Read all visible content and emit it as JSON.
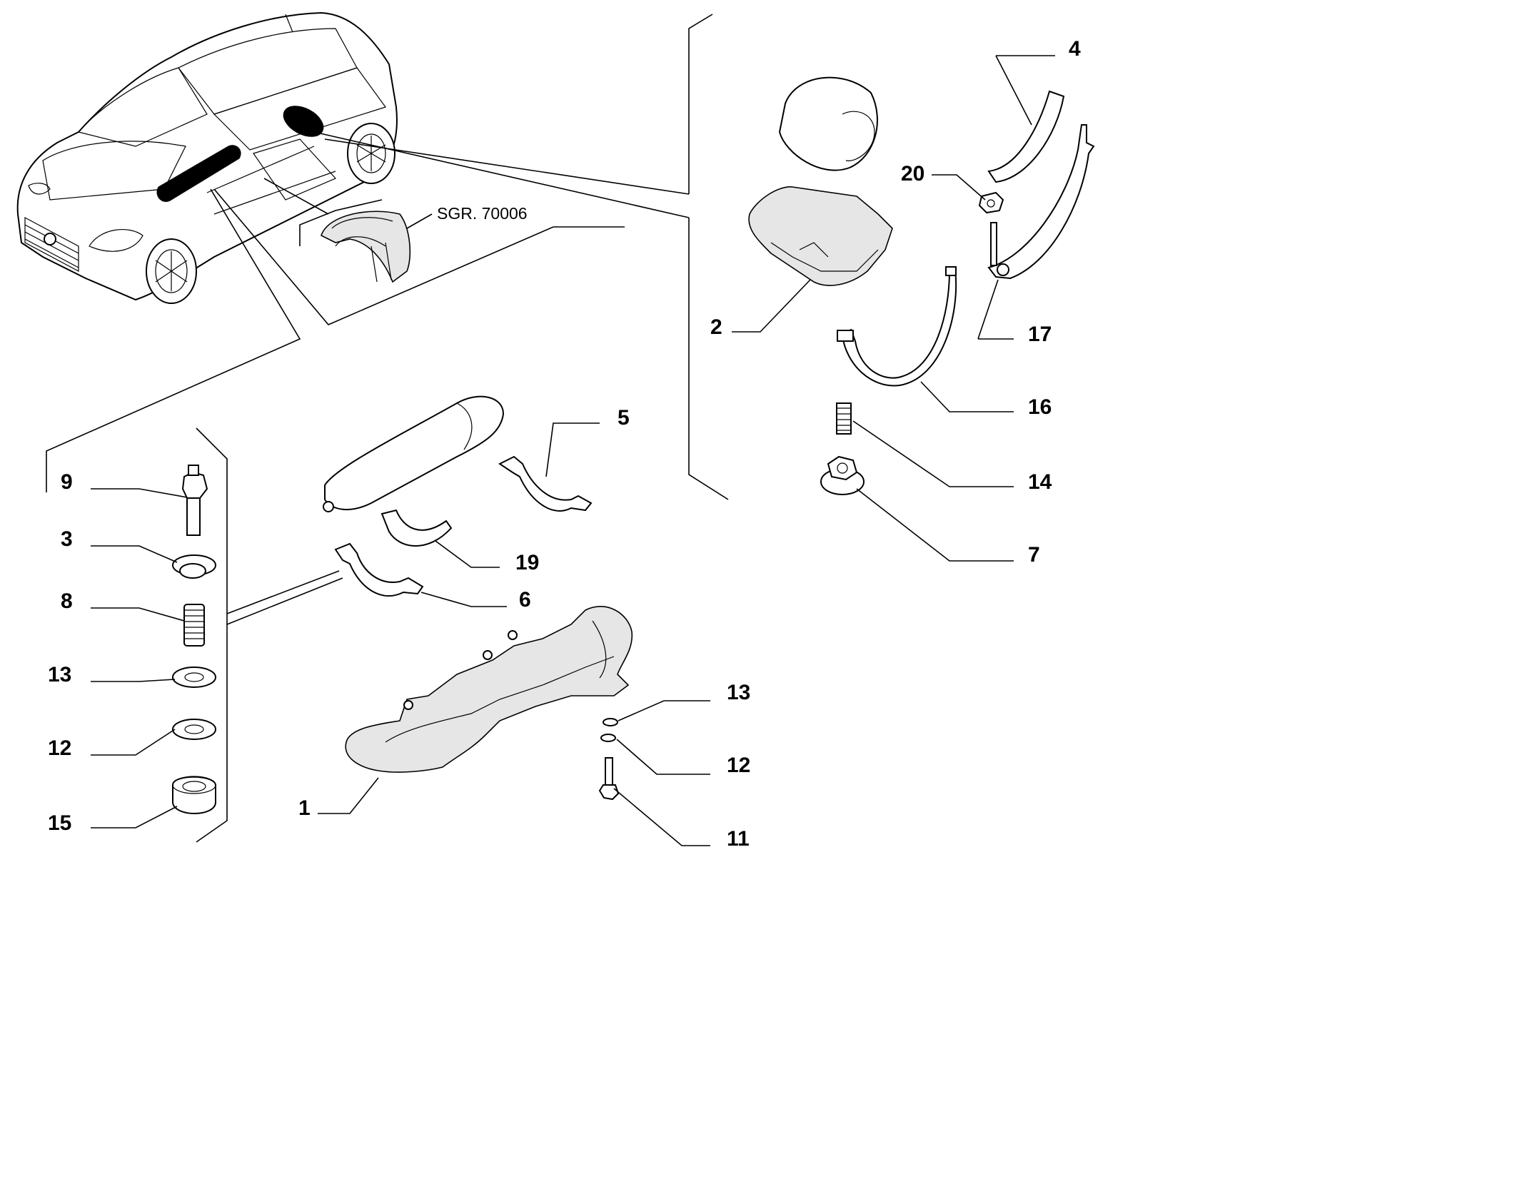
{
  "diagram": {
    "reference_label": "SGR. 70006",
    "callouts": [
      {
        "id": "c1",
        "label": "1"
      },
      {
        "id": "c2",
        "label": "2"
      },
      {
        "id": "c3",
        "label": "3"
      },
      {
        "id": "c4",
        "label": "4"
      },
      {
        "id": "c5",
        "label": "5"
      },
      {
        "id": "c6",
        "label": "6"
      },
      {
        "id": "c7",
        "label": "7"
      },
      {
        "id": "c8",
        "label": "8"
      },
      {
        "id": "c9",
        "label": "9"
      },
      {
        "id": "c11",
        "label": "11"
      },
      {
        "id": "c12a",
        "label": "12"
      },
      {
        "id": "c12b",
        "label": "12"
      },
      {
        "id": "c13a",
        "label": "13"
      },
      {
        "id": "c13b",
        "label": "13"
      },
      {
        "id": "c14",
        "label": "14"
      },
      {
        "id": "c15",
        "label": "15"
      },
      {
        "id": "c16",
        "label": "16"
      },
      {
        "id": "c17",
        "label": "17"
      },
      {
        "id": "c19",
        "label": "19"
      },
      {
        "id": "c20",
        "label": "20"
      }
    ]
  }
}
